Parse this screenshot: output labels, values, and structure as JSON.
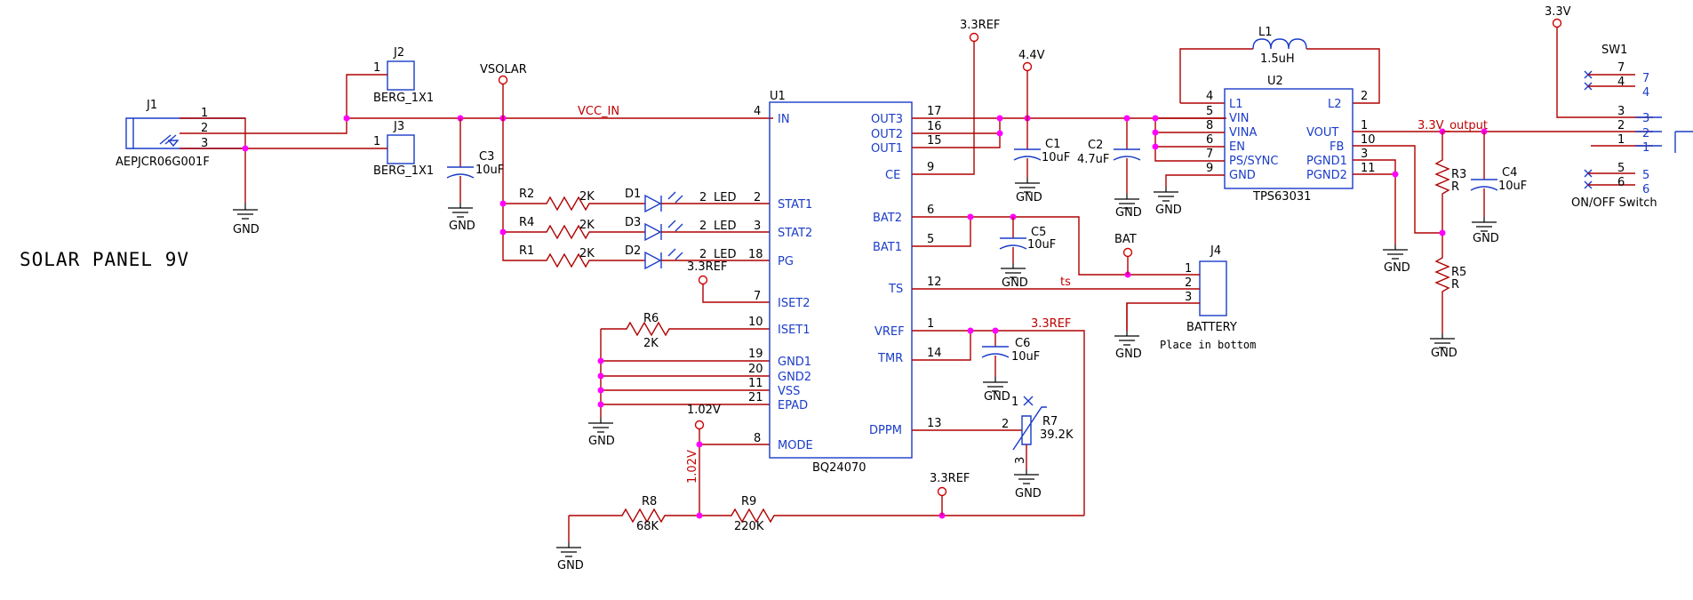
{
  "title": "SOLAR PANEL 9V",
  "refs": {
    "J1": "J1",
    "J1_part": "AEPJCR06G001F",
    "J2": "J2",
    "J2_part": "BERG_1X1",
    "J3": "J3",
    "J3_part": "BERG_1X1",
    "U1": "U1",
    "U1_part": "BQ24070",
    "U2": "U2",
    "U2_part": "TPS63031",
    "L1": "L1",
    "L1_val": "1.5uH",
    "C1": "C1",
    "C1_val": "10uF",
    "C2": "C2",
    "C2_val": "4.7uF",
    "C3": "C3",
    "C3_val": "10uF",
    "C4": "C4",
    "C4_val": "10uF",
    "C5": "C5",
    "C5_val": "10uF",
    "C6": "C6",
    "C6_val": "10uF",
    "R1": "R1",
    "R1_val": "2K",
    "R2": "R2",
    "R2_val": "2K",
    "R3": "R3",
    "R3_val": "R",
    "R4": "R4",
    "R4_val": "2K",
    "R5": "R5",
    "R5_val": "R",
    "R6": "R6",
    "R6_val": "2K",
    "R7": "R7",
    "R7_val": "39.2K",
    "R8": "R8",
    "R8_val": "68K",
    "R9": "R9",
    "R9_val": "220K",
    "D1": "D1",
    "D2": "D2",
    "D3": "D3",
    "LED": "LED",
    "J4": "J4",
    "J4_part": "BATTERY",
    "J4_note": "Place in bottom",
    "SW1": "SW1",
    "SW1_part": "ON/OFF Switch"
  },
  "nets": {
    "gnd": "GND",
    "vsolar": "VSOLAR",
    "vcc_in": "VCC_IN",
    "ref33": "3.3REF",
    "v44": "4.4V",
    "v33": "3.3V",
    "v33_out": "3.3V_output",
    "bat": "BAT",
    "ts": "ts",
    "v102": "1.02V"
  },
  "u1_pins": {
    "IN": "IN",
    "STAT1": "STAT1",
    "STAT2": "STAT2",
    "PG": "PG",
    "ISET2": "ISET2",
    "ISET1": "ISET1",
    "GND1": "GND1",
    "GND2": "GND2",
    "VSS": "VSS",
    "EPAD": "EPAD",
    "MODE": "MODE",
    "OUT3": "OUT3",
    "OUT2": "OUT2",
    "OUT1": "OUT1",
    "CE": "CE",
    "BAT2": "BAT2",
    "BAT1": "BAT1",
    "TS": "TS",
    "VREF": "VREF",
    "TMR": "TMR",
    "DPPM": "DPPM"
  },
  "u1_pin_numbers": {
    "IN": "4",
    "STAT1": "2",
    "STAT2": "3",
    "PG": "18",
    "ISET2": "7",
    "ISET1": "10",
    "GND1": "19",
    "GND2": "20",
    "VSS": "11",
    "EPAD": "21",
    "MODE": "8",
    "OUT3": "17",
    "OUT2": "16",
    "OUT1": "15",
    "CE": "9",
    "BAT2": "6",
    "BAT1": "5",
    "TS": "12",
    "VREF": "1",
    "TMR": "14",
    "DPPM": "13"
  },
  "u2_pins": {
    "L1": "L1",
    "VIN": "VIN",
    "VINA": "VINA",
    "EN": "EN",
    "PSSYNC": "PS/SYNC",
    "GND": "GND",
    "L2": "L2",
    "VOUT": "VOUT",
    "FB": "FB",
    "PGND1": "PGND1",
    "PGND2": "PGND2"
  },
  "u2_pin_numbers": {
    "L1": "4",
    "VIN": "5",
    "VINA": "8",
    "EN": "6",
    "PSSYNC": "7",
    "GND": "9",
    "L2": "2",
    "VOUT": "1",
    "FB": "10",
    "PGND1": "3",
    "PGND2": "11"
  },
  "small_pins": {
    "p1": "1",
    "p2": "2",
    "p3": "3",
    "p4": "4",
    "p5": "5",
    "p6": "6",
    "p7": "7"
  },
  "colors": {
    "wire": "#b00000",
    "component": "#1a3cc8",
    "junction": "#ff00ff",
    "text": "#000000",
    "net_label": "#c00000"
  }
}
